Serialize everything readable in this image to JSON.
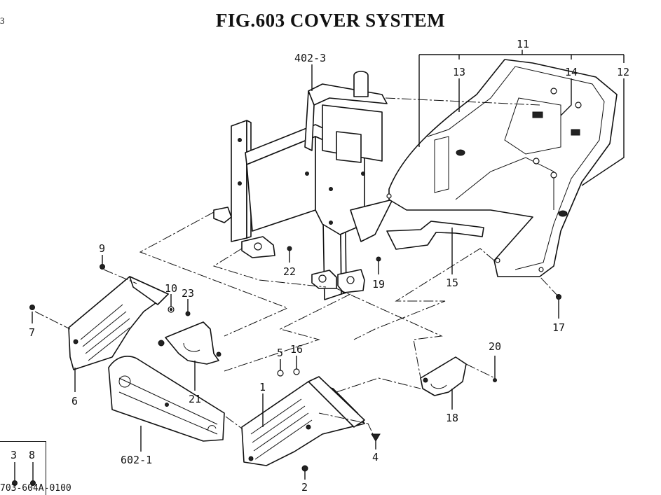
{
  "title": "FIG.603  COVER SYSTEM",
  "corner_mark": "3",
  "document_code": "703-604A-0100",
  "callouts": [
    {
      "id": "c11",
      "text": "11"
    },
    {
      "id": "c13",
      "text": "13"
    },
    {
      "id": "c14",
      "text": "14"
    },
    {
      "id": "c12",
      "text": "12"
    },
    {
      "id": "c402",
      "text": "402-3"
    },
    {
      "id": "c9",
      "text": "9"
    },
    {
      "id": "c10",
      "text": "10"
    },
    {
      "id": "c23",
      "text": "23"
    },
    {
      "id": "c7",
      "text": "7"
    },
    {
      "id": "c6",
      "text": "6"
    },
    {
      "id": "c21",
      "text": "21"
    },
    {
      "id": "c22",
      "text": "22"
    },
    {
      "id": "c19",
      "text": "19"
    },
    {
      "id": "c15",
      "text": "15"
    },
    {
      "id": "c17",
      "text": "17"
    },
    {
      "id": "c20",
      "text": "20"
    },
    {
      "id": "c18",
      "text": "18"
    },
    {
      "id": "c16",
      "text": "16"
    },
    {
      "id": "c5",
      "text": "5"
    },
    {
      "id": "c1",
      "text": "1"
    },
    {
      "id": "c4",
      "text": "4"
    },
    {
      "id": "c2",
      "text": "2"
    },
    {
      "id": "c602",
      "text": "602-1"
    },
    {
      "id": "c3",
      "text": "3"
    },
    {
      "id": "c8",
      "text": "8"
    }
  ]
}
